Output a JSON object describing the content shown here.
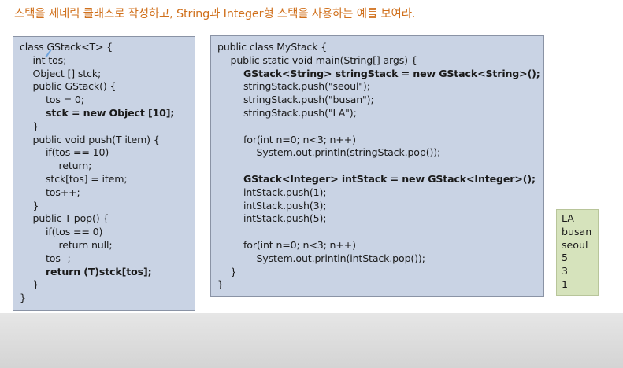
{
  "title": "스택을 제네릭 클래스로 작성하고, String과 Integer형 스택을 사용하는 예를 보여라.",
  "left_code": [
    {
      "indent": 0,
      "text": "class GStack<T> {",
      "bold": false
    },
    {
      "indent": 1,
      "text": "int tos;",
      "bold": false
    },
    {
      "indent": 1,
      "text": "Object [] stck;",
      "bold": false
    },
    {
      "indent": 1,
      "text": "public GStack() {",
      "bold": false
    },
    {
      "indent": 2,
      "text": "tos = 0;",
      "bold": false
    },
    {
      "indent": 2,
      "text": "stck = new Object [10];",
      "bold": true
    },
    {
      "indent": 1,
      "text": "}",
      "bold": false
    },
    {
      "indent": 1,
      "text": "public void push(T item) {",
      "bold": false
    },
    {
      "indent": 2,
      "text": "if(tos == 10)",
      "bold": false
    },
    {
      "indent": 3,
      "text": "return;",
      "bold": false
    },
    {
      "indent": 2,
      "text": "stck[tos] = item;",
      "bold": false
    },
    {
      "indent": 2,
      "text": "tos++;",
      "bold": false
    },
    {
      "indent": 1,
      "text": "}",
      "bold": false
    },
    {
      "indent": 1,
      "text": "public T pop() {",
      "bold": false
    },
    {
      "indent": 2,
      "text": "if(tos == 0)",
      "bold": false
    },
    {
      "indent": 3,
      "text": "return null;",
      "bold": false
    },
    {
      "indent": 2,
      "text": "tos--;",
      "bold": false
    },
    {
      "indent": 2,
      "text": "return (T)stck[tos];",
      "bold": true
    },
    {
      "indent": 1,
      "text": "}",
      "bold": false
    },
    {
      "indent": 0,
      "text": "}",
      "bold": false
    }
  ],
  "right_code": [
    {
      "indent": 0,
      "text": "public class MyStack {",
      "bold": false
    },
    {
      "indent": 1,
      "text": "public static void main(String[] args) {",
      "bold": false
    },
    {
      "indent": 2,
      "text": "GStack<String> stringStack = new GStack<String>();",
      "bold": true
    },
    {
      "indent": 2,
      "text": "stringStack.push(\"seoul\");",
      "bold": false
    },
    {
      "indent": 2,
      "text": "stringStack.push(\"busan\");",
      "bold": false
    },
    {
      "indent": 2,
      "text": "stringStack.push(\"LA\");",
      "bold": false
    },
    {
      "indent": 2,
      "text": "",
      "bold": false
    },
    {
      "indent": 2,
      "text": "for(int n=0; n<3; n++)",
      "bold": false
    },
    {
      "indent": 3,
      "text": "System.out.println(stringStack.pop());",
      "bold": false
    },
    {
      "indent": 2,
      "text": "",
      "bold": false
    },
    {
      "indent": 2,
      "text": "GStack<Integer> intStack = new GStack<Integer>();",
      "bold": true
    },
    {
      "indent": 2,
      "text": "intStack.push(1);",
      "bold": false
    },
    {
      "indent": 2,
      "text": "intStack.push(3);",
      "bold": false
    },
    {
      "indent": 2,
      "text": "intStack.push(5);",
      "bold": false
    },
    {
      "indent": 2,
      "text": "",
      "bold": false
    },
    {
      "indent": 2,
      "text": "for(int n=0; n<3; n++)",
      "bold": false
    },
    {
      "indent": 3,
      "text": "System.out.println(intStack.pop());",
      "bold": false
    },
    {
      "indent": 1,
      "text": "}",
      "bold": false
    },
    {
      "indent": 0,
      "text": "}",
      "bold": false
    }
  ],
  "output": [
    "LA",
    "busan",
    "seoul",
    "5",
    "3",
    "1"
  ],
  "colors": {
    "title": "#d0701c",
    "code_box_bg": "#c9d3e4",
    "output_box_bg": "#d6e3bc"
  }
}
